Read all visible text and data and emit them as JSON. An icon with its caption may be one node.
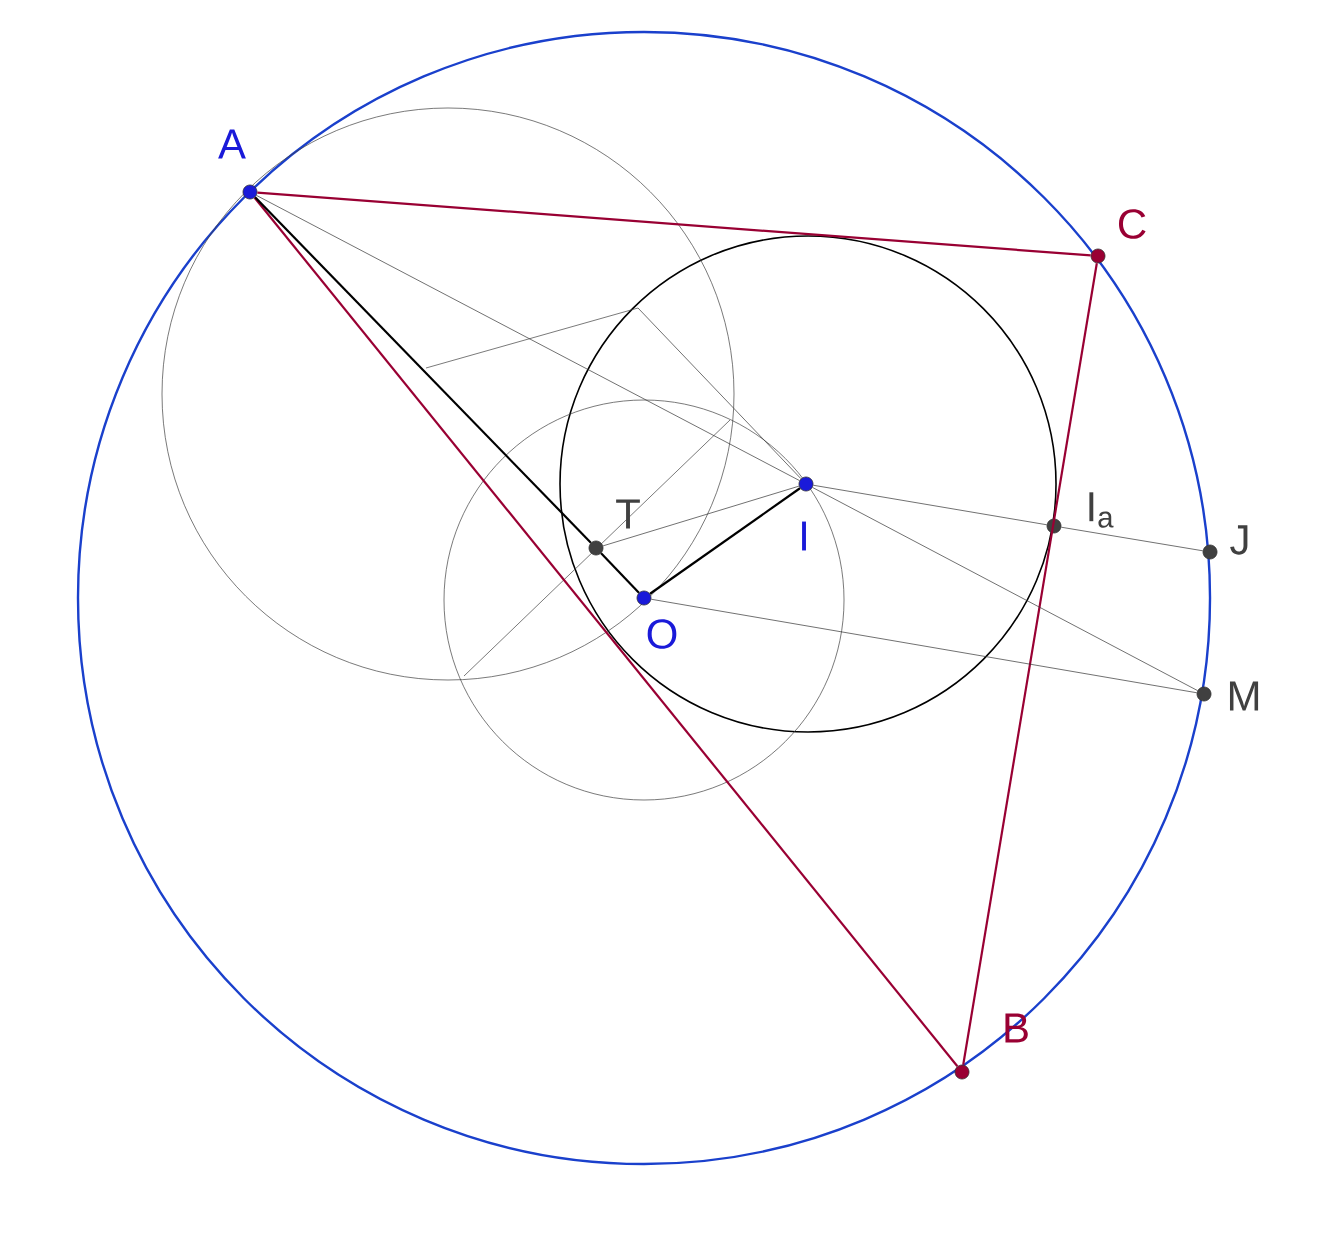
{
  "diagram": {
    "nodes": [
      {
        "text": [
          "A"
        ]
      },
      {
        "text": [
          "C"
        ]
      },
      {
        "text": [
          "B"
        ]
      },
      {
        "text": [
          "T"
        ]
      },
      {
        "text": [
          "O"
        ]
      },
      {
        "text": [
          "I"
        ]
      },
      {
        "text": [
          "I$_{a}$"
        ]
      },
      {
        "text": [
          "J"
        ]
      },
      {
        "text": [
          "M"
        ]
      }
    ],
    "edges": [
      {
        "from": 0,
        "to": 1,
        "arrow": "none",
        "color": "#990033"
      },
      {
        "from": 1,
        "to": 2,
        "arrow": "none",
        "color": "#990033"
      },
      {
        "from": 0,
        "to": 2,
        "arrow": "none",
        "color": "#990033"
      },
      {
        "from": 0,
        "to": 3,
        "arrow": "none",
        "color": "#000000"
      },
      {
        "from": 3,
        "to": 4,
        "arrow": "none",
        "color": "#000000"
      },
      {
        "from": 4,
        "to": 5,
        "arrow": "none",
        "color": "#000000"
      },
      {
        "from": 3,
        "to": 5,
        "arrow": "none"
      },
      {
        "from": 0,
        "to": 5,
        "arrow": "none"
      },
      {
        "from": 5,
        "to": 8,
        "arrow": "none"
      },
      {
        "from": 4,
        "to": 8,
        "arrow": "none"
      },
      {
        "from": 5,
        "to": 6,
        "arrow": "none"
      },
      {
        "from": 6,
        "to": 7,
        "arrow": "none"
      },
      {
        "from": null,
        "to": 5,
        "arrow": "none"
      }
    ]
  }
}
